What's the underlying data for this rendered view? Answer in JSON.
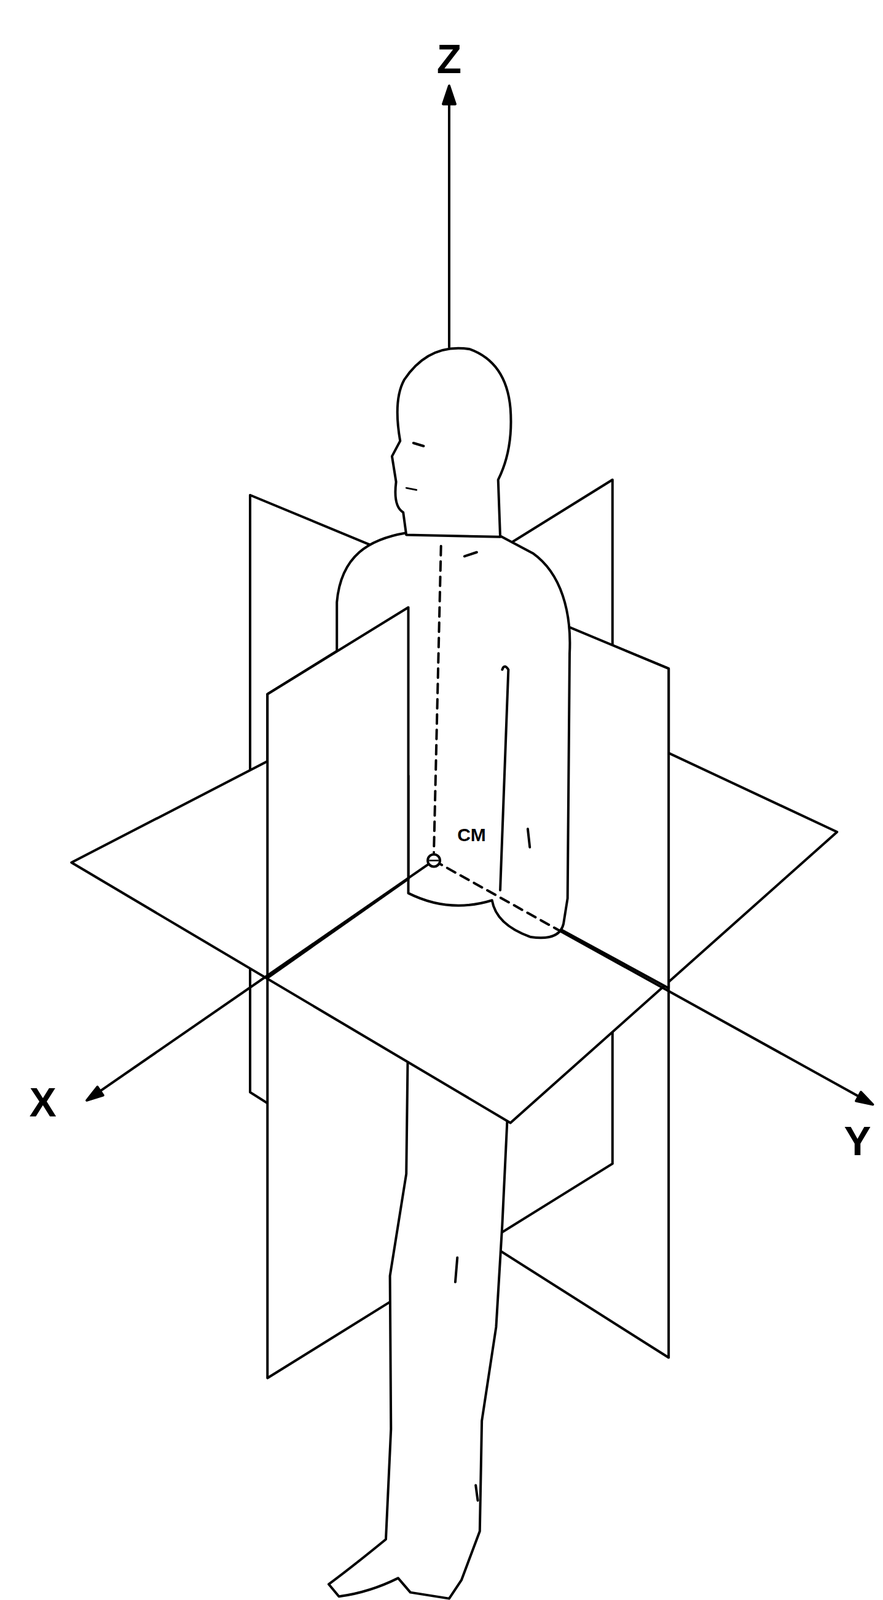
{
  "diagram": {
    "labels": [
      "Z",
      "X",
      "Y",
      "CM"
    ]
  }
}
